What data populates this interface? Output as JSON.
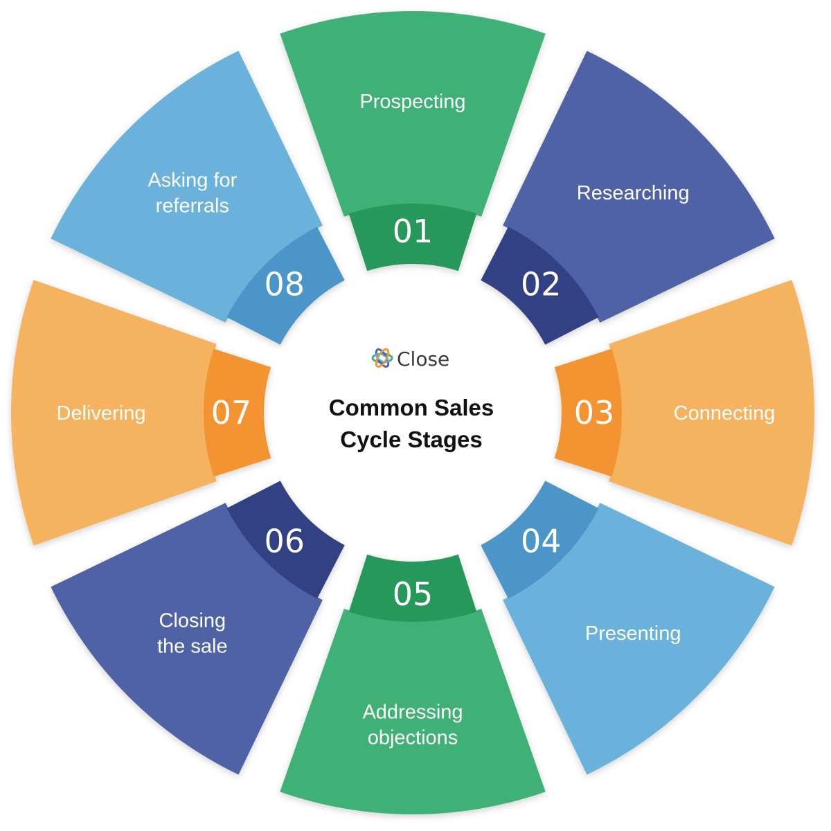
{
  "brand": {
    "name": "Close",
    "logo_icon": "close-logo-icon"
  },
  "title_lines": [
    "Common Sales",
    "Cycle Stages"
  ],
  "stages": [
    {
      "number": "01",
      "label_lines": [
        "Prospecting"
      ],
      "color": "#41b176",
      "accent": "#27995a"
    },
    {
      "number": "02",
      "label_lines": [
        "Researching"
      ],
      "color": "#4f62a5",
      "accent": "#334184"
    },
    {
      "number": "03",
      "label_lines": [
        "Connecting"
      ],
      "color": "#f5b25f",
      "accent": "#f39332"
    },
    {
      "number": "04",
      "label_lines": [
        "Presenting"
      ],
      "color": "#6bb2dc",
      "accent": "#4b95c9"
    },
    {
      "number": "05",
      "label_lines": [
        "Addressing",
        "objections"
      ],
      "color": "#41b176",
      "accent": "#27995a"
    },
    {
      "number": "06",
      "label_lines": [
        "Closing",
        "the sale"
      ],
      "color": "#4f62a5",
      "accent": "#334184"
    },
    {
      "number": "07",
      "label_lines": [
        "Delivering"
      ],
      "color": "#f5b25f",
      "accent": "#f39332"
    },
    {
      "number": "08",
      "label_lines": [
        "Asking for",
        "referrals"
      ],
      "color": "#6bb2dc",
      "accent": "#4b95c9"
    }
  ]
}
